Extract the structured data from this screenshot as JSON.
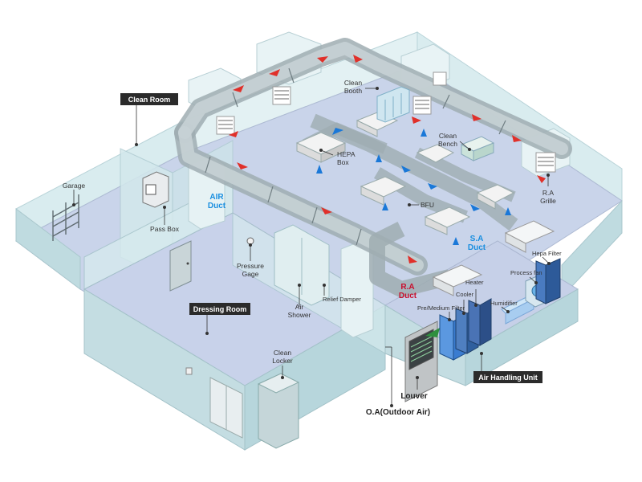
{
  "labels": {
    "clean_room": "Clean Room",
    "dressing_room": "Dressing Room",
    "air_handling_unit": "Air Handling Unit",
    "garage": "Garage",
    "pass_box": "Pass Box",
    "pressure_gage_1": "Pressure",
    "pressure_gage_2": "Gage",
    "air_shower_1": "Air",
    "air_shower_2": "Shower",
    "relief_damper": "Relief Damper",
    "clean_locker_1": "Clean",
    "clean_locker_2": "Locker",
    "louver": "Louver",
    "outdoor_air": "O.A(Outdoor Air)",
    "air_duct_1": "AIR",
    "air_duct_2": "Duct",
    "ra_duct_1": "R.A",
    "ra_duct_2": "Duct",
    "sa_duct_1": "S.A",
    "sa_duct_2": "Duct",
    "hepa_box_1": "HEPA",
    "hepa_box_2": "Box",
    "bfu": "BFU",
    "clean_booth_1": "Clean",
    "clean_booth_2": "Booth",
    "clean_bench_1": "Clean",
    "clean_bench_2": "Bench",
    "ra_grille_1": "R.A",
    "ra_grille_2": "Grille",
    "hepa_filter": "Hepa Filter",
    "heater": "Heater",
    "process_fan": "Process fan",
    "cooler": "Cooler",
    "humidifier": "Humidifier",
    "pre_medium_filter": "Pre/Medium Filter"
  },
  "colors": {
    "floor": "#c9d4ea",
    "wall": "#d6eaee",
    "duct": "#a9b6bb",
    "supply_arrow": "#1a78d8",
    "return_arrow": "#e0302a",
    "ahu_blue": "#3a7cd0",
    "tag_bg": "#2b2b2b"
  }
}
